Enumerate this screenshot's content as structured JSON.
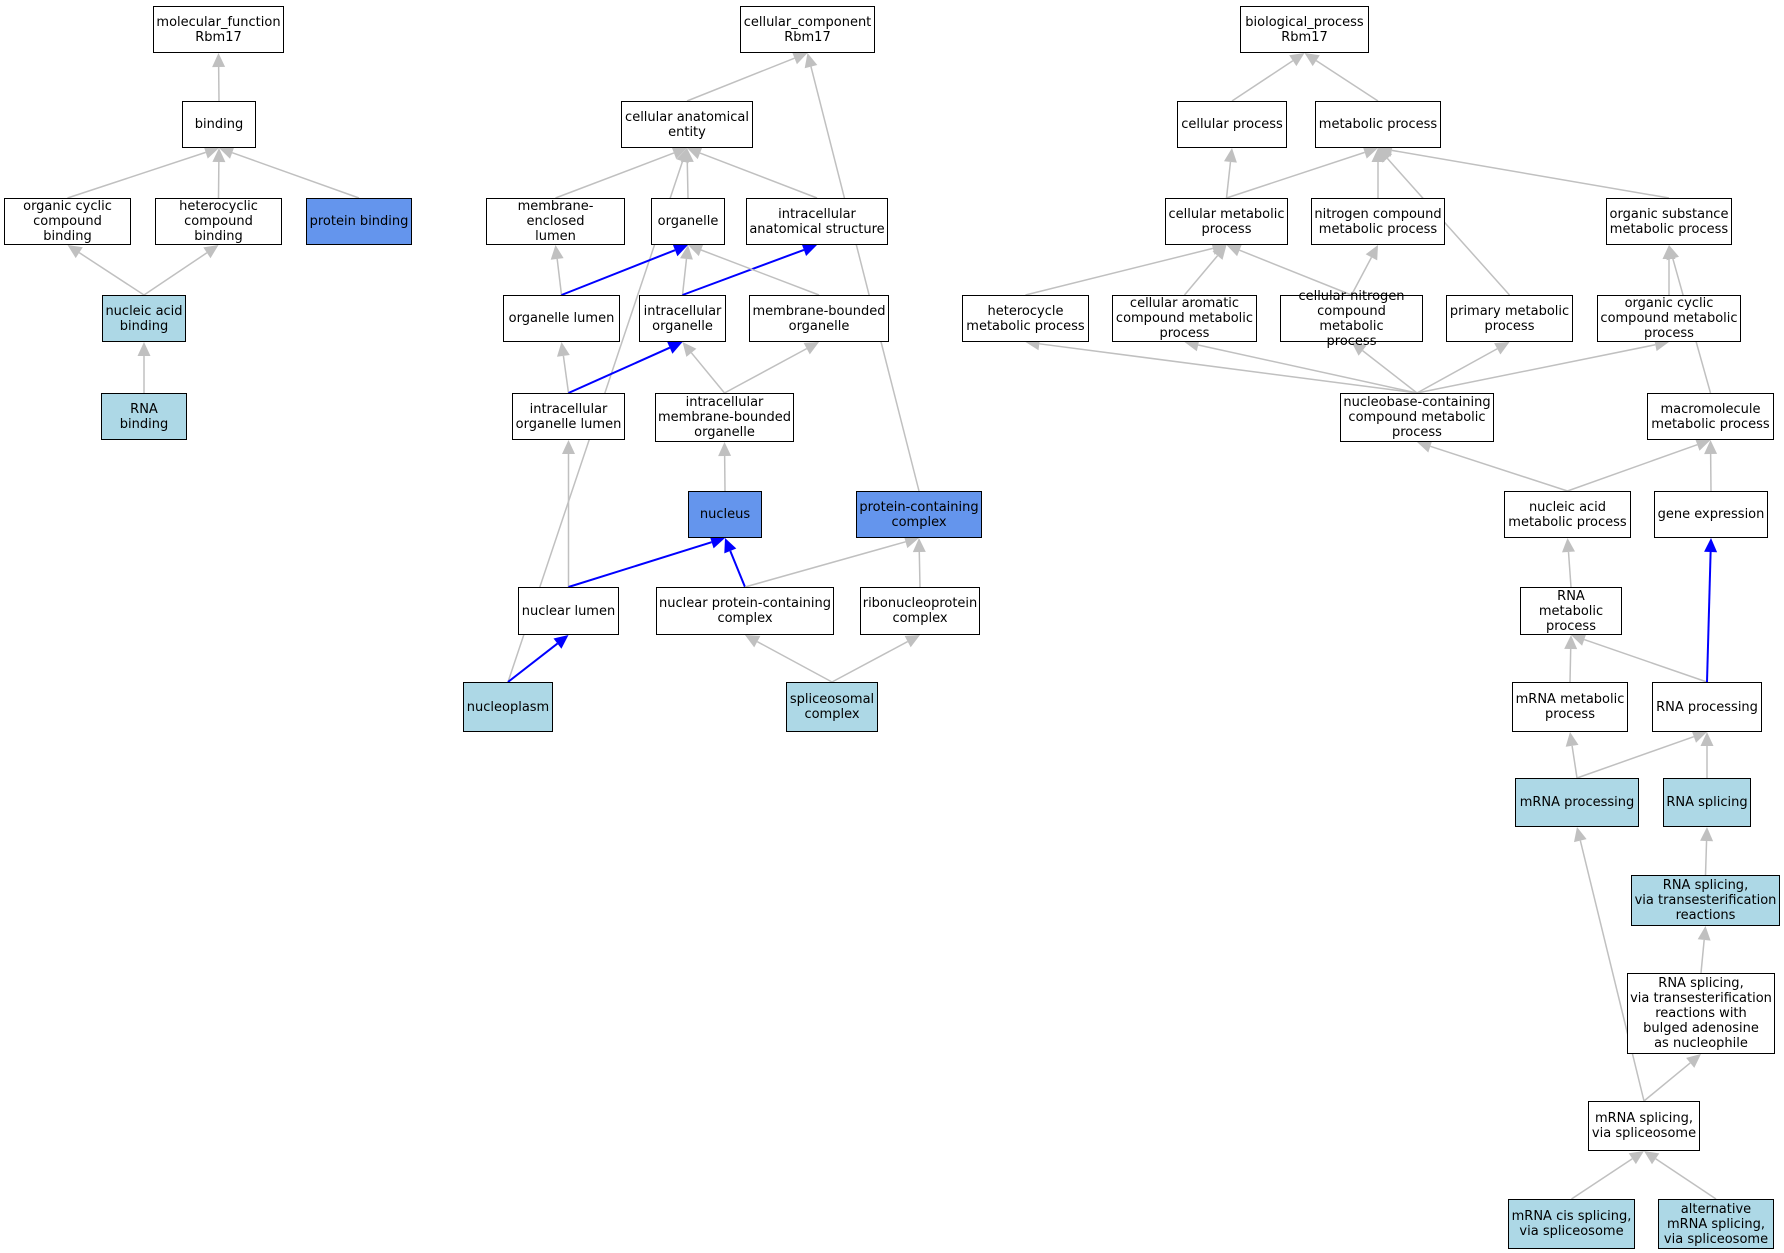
{
  "colors": {
    "default_fill": "#ffffff",
    "annotated_fill": "#add8e6",
    "highlight_fill": "#6495ed",
    "edge_default": "#c0c0c0",
    "edge_highlight": "#0000ff"
  },
  "nodes": {
    "mf_root": {
      "label": "molecular_function\nRbm17",
      "fill": "white"
    },
    "binding": {
      "label": "binding",
      "fill": "white"
    },
    "organic_cyclic_binding": {
      "label": "organic cyclic\ncompound binding",
      "fill": "white"
    },
    "heterocyclic_binding": {
      "label": "heterocyclic\ncompound binding",
      "fill": "white"
    },
    "protein_binding": {
      "label": "protein binding",
      "fill": "highlight"
    },
    "nucleic_acid_binding": {
      "label": "nucleic acid\nbinding",
      "fill": "annotated"
    },
    "rna_binding": {
      "label": "RNA binding",
      "fill": "annotated"
    },
    "cc_root": {
      "label": "cellular_component\nRbm17",
      "fill": "white"
    },
    "cellular_anatomical_entity": {
      "label": "cellular anatomical\nentity",
      "fill": "white"
    },
    "membrane_enclosed_lumen": {
      "label": "membrane-enclosed\nlumen",
      "fill": "white"
    },
    "organelle": {
      "label": "organelle",
      "fill": "white"
    },
    "intracellular_anatomical_structure": {
      "label": "intracellular\nanatomical structure",
      "fill": "white"
    },
    "organelle_lumen": {
      "label": "organelle lumen",
      "fill": "white"
    },
    "intracellular_organelle": {
      "label": "intracellular\norganelle",
      "fill": "white"
    },
    "membrane_bounded_organelle": {
      "label": "membrane-bounded\norganelle",
      "fill": "white"
    },
    "intracellular_organelle_lumen": {
      "label": "intracellular\norganelle lumen",
      "fill": "white"
    },
    "intracellular_membrane_bounded_organelle": {
      "label": "intracellular\nmembrane-bounded\norganelle",
      "fill": "white"
    },
    "nucleus": {
      "label": "nucleus",
      "fill": "highlight"
    },
    "protein_containing_complex": {
      "label": "protein-containing\ncomplex",
      "fill": "highlight"
    },
    "nuclear_lumen": {
      "label": "nuclear lumen",
      "fill": "white"
    },
    "nuclear_protein_containing_complex": {
      "label": "nuclear protein-containing\ncomplex",
      "fill": "white"
    },
    "ribonucleoprotein_complex": {
      "label": "ribonucleoprotein\ncomplex",
      "fill": "white"
    },
    "nucleoplasm": {
      "label": "nucleoplasm",
      "fill": "annotated"
    },
    "spliceosomal_complex": {
      "label": "spliceosomal\ncomplex",
      "fill": "annotated"
    },
    "bp_root": {
      "label": "biological_process\nRbm17",
      "fill": "white"
    },
    "cellular_process": {
      "label": "cellular process",
      "fill": "white"
    },
    "metabolic_process": {
      "label": "metabolic process",
      "fill": "white"
    },
    "cellular_metabolic_process": {
      "label": "cellular metabolic\nprocess",
      "fill": "white"
    },
    "nitrogen_compound_metabolic_process": {
      "label": "nitrogen compound\nmetabolic process",
      "fill": "white"
    },
    "organic_substance_metabolic_process": {
      "label": "organic substance\nmetabolic process",
      "fill": "white"
    },
    "heterocycle_metabolic_process": {
      "label": "heterocycle\nmetabolic process",
      "fill": "white"
    },
    "cellular_aromatic_compound_metabolic_process": {
      "label": "cellular aromatic\ncompound metabolic\nprocess",
      "fill": "white"
    },
    "cellular_nitrogen_compound_metabolic_process": {
      "label": "cellular nitrogen\ncompound metabolic\nprocess",
      "fill": "white"
    },
    "primary_metabolic_process": {
      "label": "primary metabolic\nprocess",
      "fill": "white"
    },
    "organic_cyclic_compound_metabolic_process": {
      "label": "organic cyclic\ncompound metabolic\nprocess",
      "fill": "white"
    },
    "nucleobase_containing_compound_metabolic_process": {
      "label": "nucleobase-containing\ncompound metabolic\nprocess",
      "fill": "white"
    },
    "macromolecule_metabolic_process": {
      "label": "macromolecule\nmetabolic process",
      "fill": "white"
    },
    "nucleic_acid_metabolic_process": {
      "label": "nucleic acid\nmetabolic process",
      "fill": "white"
    },
    "gene_expression": {
      "label": "gene expression",
      "fill": "white"
    },
    "rna_metabolic_process": {
      "label": "RNA metabolic\nprocess",
      "fill": "white"
    },
    "mrna_metabolic_process": {
      "label": "mRNA metabolic\nprocess",
      "fill": "white"
    },
    "rna_processing": {
      "label": "RNA processing",
      "fill": "white"
    },
    "mrna_processing": {
      "label": "mRNA processing",
      "fill": "annotated"
    },
    "rna_splicing": {
      "label": "RNA splicing",
      "fill": "annotated"
    },
    "rna_splicing_transesterification": {
      "label": "RNA splicing,\nvia transesterification\nreactions",
      "fill": "annotated"
    },
    "rna_splicing_bulged_adenosine": {
      "label": "RNA splicing,\nvia transesterification\nreactions with\nbulged adenosine\nas nucleophile",
      "fill": "white"
    },
    "mrna_splicing_spliceosome": {
      "label": "mRNA splicing,\nvia spliceosome",
      "fill": "white"
    },
    "mrna_cis_splicing": {
      "label": "mRNA cis splicing,\nvia spliceosome",
      "fill": "annotated"
    },
    "alternative_mrna_splicing": {
      "label": "alternative\nmRNA splicing,\nvia spliceosome",
      "fill": "annotated"
    }
  },
  "edges": [
    [
      "binding",
      "mf_root",
      "gray"
    ],
    [
      "organic_cyclic_binding",
      "binding",
      "gray"
    ],
    [
      "heterocyclic_binding",
      "binding",
      "gray"
    ],
    [
      "protein_binding",
      "binding",
      "gray"
    ],
    [
      "nucleic_acid_binding",
      "organic_cyclic_binding",
      "gray"
    ],
    [
      "nucleic_acid_binding",
      "heterocyclic_binding",
      "gray"
    ],
    [
      "rna_binding",
      "nucleic_acid_binding",
      "gray"
    ],
    [
      "cellular_anatomical_entity",
      "cc_root",
      "gray"
    ],
    [
      "protein_containing_complex",
      "cc_root",
      "gray"
    ],
    [
      "membrane_enclosed_lumen",
      "cellular_anatomical_entity",
      "gray"
    ],
    [
      "organelle",
      "cellular_anatomical_entity",
      "gray"
    ],
    [
      "intracellular_anatomical_structure",
      "cellular_anatomical_entity",
      "gray"
    ],
    [
      "nucleoplasm",
      "cellular_anatomical_entity",
      "gray"
    ],
    [
      "organelle_lumen",
      "membrane_enclosed_lumen",
      "gray"
    ],
    [
      "organelle_lumen",
      "organelle",
      "blue"
    ],
    [
      "intracellular_organelle",
      "organelle",
      "gray"
    ],
    [
      "intracellular_organelle",
      "intracellular_anatomical_structure",
      "blue"
    ],
    [
      "membrane_bounded_organelle",
      "organelle",
      "gray"
    ],
    [
      "intracellular_organelle_lumen",
      "organelle_lumen",
      "gray"
    ],
    [
      "intracellular_organelle_lumen",
      "intracellular_organelle",
      "blue"
    ],
    [
      "intracellular_membrane_bounded_organelle",
      "intracellular_organelle",
      "gray"
    ],
    [
      "intracellular_membrane_bounded_organelle",
      "membrane_bounded_organelle",
      "gray"
    ],
    [
      "nucleus",
      "intracellular_membrane_bounded_organelle",
      "gray"
    ],
    [
      "nuclear_lumen",
      "intracellular_organelle_lumen",
      "gray"
    ],
    [
      "nuclear_lumen",
      "nucleus",
      "blue"
    ],
    [
      "nuclear_protein_containing_complex",
      "nucleus",
      "blue"
    ],
    [
      "nuclear_protein_containing_complex",
      "protein_containing_complex",
      "gray"
    ],
    [
      "ribonucleoprotein_complex",
      "protein_containing_complex",
      "gray"
    ],
    [
      "nucleoplasm",
      "nuclear_lumen",
      "blue"
    ],
    [
      "spliceosomal_complex",
      "nuclear_protein_containing_complex",
      "gray"
    ],
    [
      "spliceosomal_complex",
      "ribonucleoprotein_complex",
      "gray"
    ],
    [
      "cellular_process",
      "bp_root",
      "gray"
    ],
    [
      "metabolic_process",
      "bp_root",
      "gray"
    ],
    [
      "cellular_metabolic_process",
      "cellular_process",
      "gray"
    ],
    [
      "cellular_metabolic_process",
      "metabolic_process",
      "gray"
    ],
    [
      "nitrogen_compound_metabolic_process",
      "metabolic_process",
      "gray"
    ],
    [
      "organic_substance_metabolic_process",
      "metabolic_process",
      "gray"
    ],
    [
      "primary_metabolic_process",
      "metabolic_process",
      "gray"
    ],
    [
      "heterocycle_metabolic_process",
      "cellular_metabolic_process",
      "gray"
    ],
    [
      "cellular_aromatic_compound_metabolic_process",
      "cellular_metabolic_process",
      "gray"
    ],
    [
      "cellular_nitrogen_compound_metabolic_process",
      "cellular_metabolic_process",
      "gray"
    ],
    [
      "cellular_nitrogen_compound_metabolic_process",
      "nitrogen_compound_metabolic_process",
      "gray"
    ],
    [
      "organic_cyclic_compound_metabolic_process",
      "organic_substance_metabolic_process",
      "gray"
    ],
    [
      "macromolecule_metabolic_process",
      "organic_substance_metabolic_process",
      "gray"
    ],
    [
      "nucleobase_containing_compound_metabolic_process",
      "heterocycle_metabolic_process",
      "gray"
    ],
    [
      "nucleobase_containing_compound_metabolic_process",
      "cellular_aromatic_compound_metabolic_process",
      "gray"
    ],
    [
      "nucleobase_containing_compound_metabolic_process",
      "cellular_nitrogen_compound_metabolic_process",
      "gray"
    ],
    [
      "nucleobase_containing_compound_metabolic_process",
      "primary_metabolic_process",
      "gray"
    ],
    [
      "nucleobase_containing_compound_metabolic_process",
      "organic_cyclic_compound_metabolic_process",
      "gray"
    ],
    [
      "nucleic_acid_metabolic_process",
      "nucleobase_containing_compound_metabolic_process",
      "gray"
    ],
    [
      "nucleic_acid_metabolic_process",
      "macromolecule_metabolic_process",
      "gray"
    ],
    [
      "gene_expression",
      "macromolecule_metabolic_process",
      "gray"
    ],
    [
      "rna_metabolic_process",
      "nucleic_acid_metabolic_process",
      "gray"
    ],
    [
      "mrna_metabolic_process",
      "rna_metabolic_process",
      "gray"
    ],
    [
      "rna_processing",
      "rna_metabolic_process",
      "gray"
    ],
    [
      "rna_processing",
      "gene_expression",
      "blue"
    ],
    [
      "mrna_processing",
      "mrna_metabolic_process",
      "gray"
    ],
    [
      "mrna_processing",
      "rna_processing",
      "gray"
    ],
    [
      "rna_splicing",
      "rna_processing",
      "gray"
    ],
    [
      "rna_splicing_transesterification",
      "rna_splicing",
      "gray"
    ],
    [
      "rna_splicing_bulged_adenosine",
      "rna_splicing_transesterification",
      "gray"
    ],
    [
      "mrna_splicing_spliceosome",
      "rna_splicing_bulged_adenosine",
      "gray"
    ],
    [
      "mrna_splicing_spliceosome",
      "mrna_processing",
      "gray"
    ],
    [
      "mrna_cis_splicing",
      "mrna_splicing_spliceosome",
      "gray"
    ],
    [
      "alternative_mrna_splicing",
      "mrna_splicing_spliceosome",
      "gray"
    ]
  ]
}
